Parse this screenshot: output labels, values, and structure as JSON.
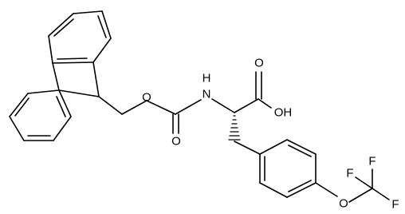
{
  "molecule": {
    "atoms": {
      "o_ester": "O",
      "o_carbonyl": "O",
      "n_amine": "N",
      "h_amine": "H",
      "o_acid_carbonyl": "O",
      "oh_acid": "OH",
      "o_ether": "O",
      "f1": "F",
      "f2": "F",
      "f3": "F"
    }
  },
  "colors": {
    "bond": "#000000",
    "label": "#000000",
    "background": "#ffffff"
  }
}
